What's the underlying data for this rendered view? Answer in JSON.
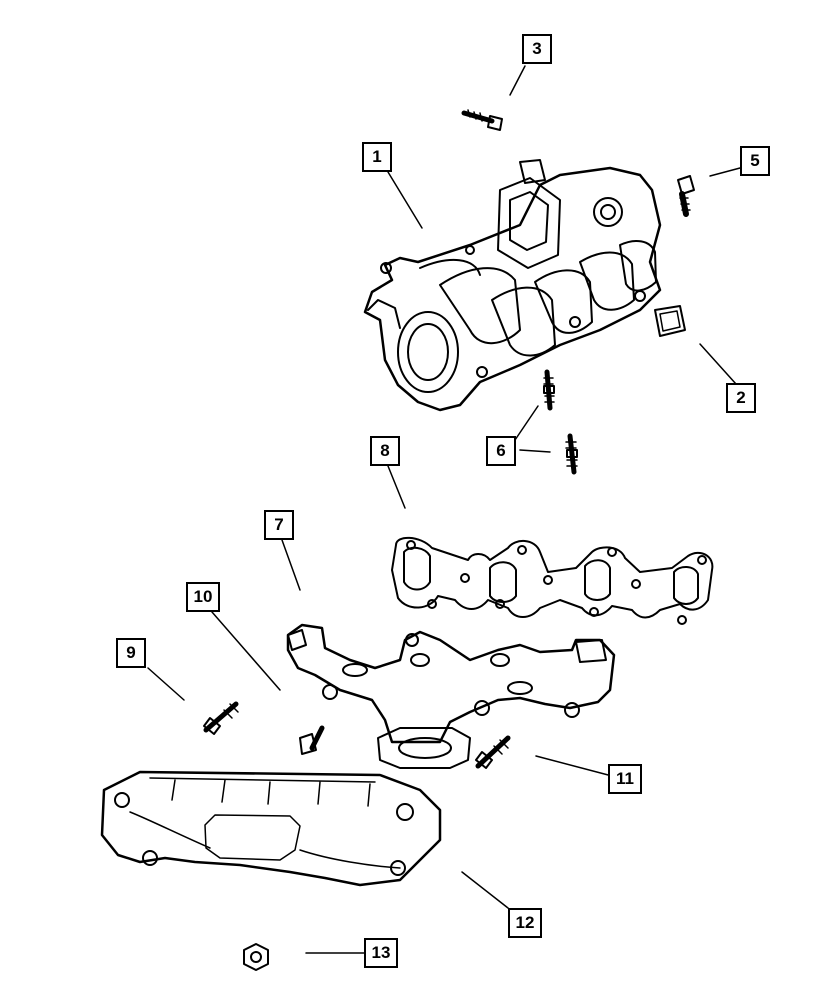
{
  "callouts": [
    {
      "id": "c1",
      "label": "1"
    },
    {
      "id": "c2",
      "label": "2"
    },
    {
      "id": "c3",
      "label": "3"
    },
    {
      "id": "c5",
      "label": "5"
    },
    {
      "id": "c6",
      "label": "6"
    },
    {
      "id": "c7",
      "label": "7"
    },
    {
      "id": "c8",
      "label": "8"
    },
    {
      "id": "c9",
      "label": "9"
    },
    {
      "id": "c10",
      "label": "10"
    },
    {
      "id": "c11",
      "label": "11"
    },
    {
      "id": "c12",
      "label": "12"
    },
    {
      "id": "c13",
      "label": "13"
    }
  ],
  "colors": {
    "line": "#000000",
    "background": "#ffffff"
  }
}
